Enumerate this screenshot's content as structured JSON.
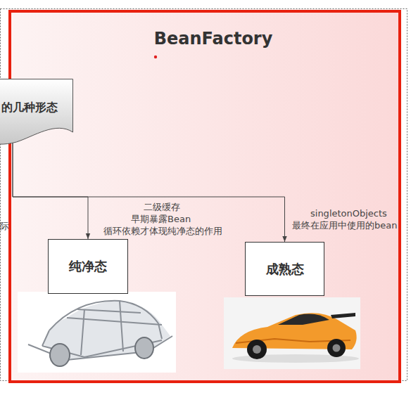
{
  "diagram": {
    "nodes": [
      {
        "text": [
          "BeanFactory"
        ]
      },
      {
        "text": [
          "的几种形态"
        ]
      },
      {
        "text": [
          "纯净态"
        ],
        "in": 0
      },
      {
        "text": [
          "成熟态"
        ],
        "in": 0
      }
    ],
    "edges": [
      {
        "from": 1,
        "to": 2,
        "arrow": "to"
      },
      {
        "from": 1,
        "to": 3,
        "arrow": "to"
      }
    ],
    "labels": [
      "二级缓存",
      "早期暴露Bean",
      "循环依赖才体现纯净态的作用",
      "singletonObjects",
      "最终在应用中使用的bean",
      "际"
    ]
  }
}
